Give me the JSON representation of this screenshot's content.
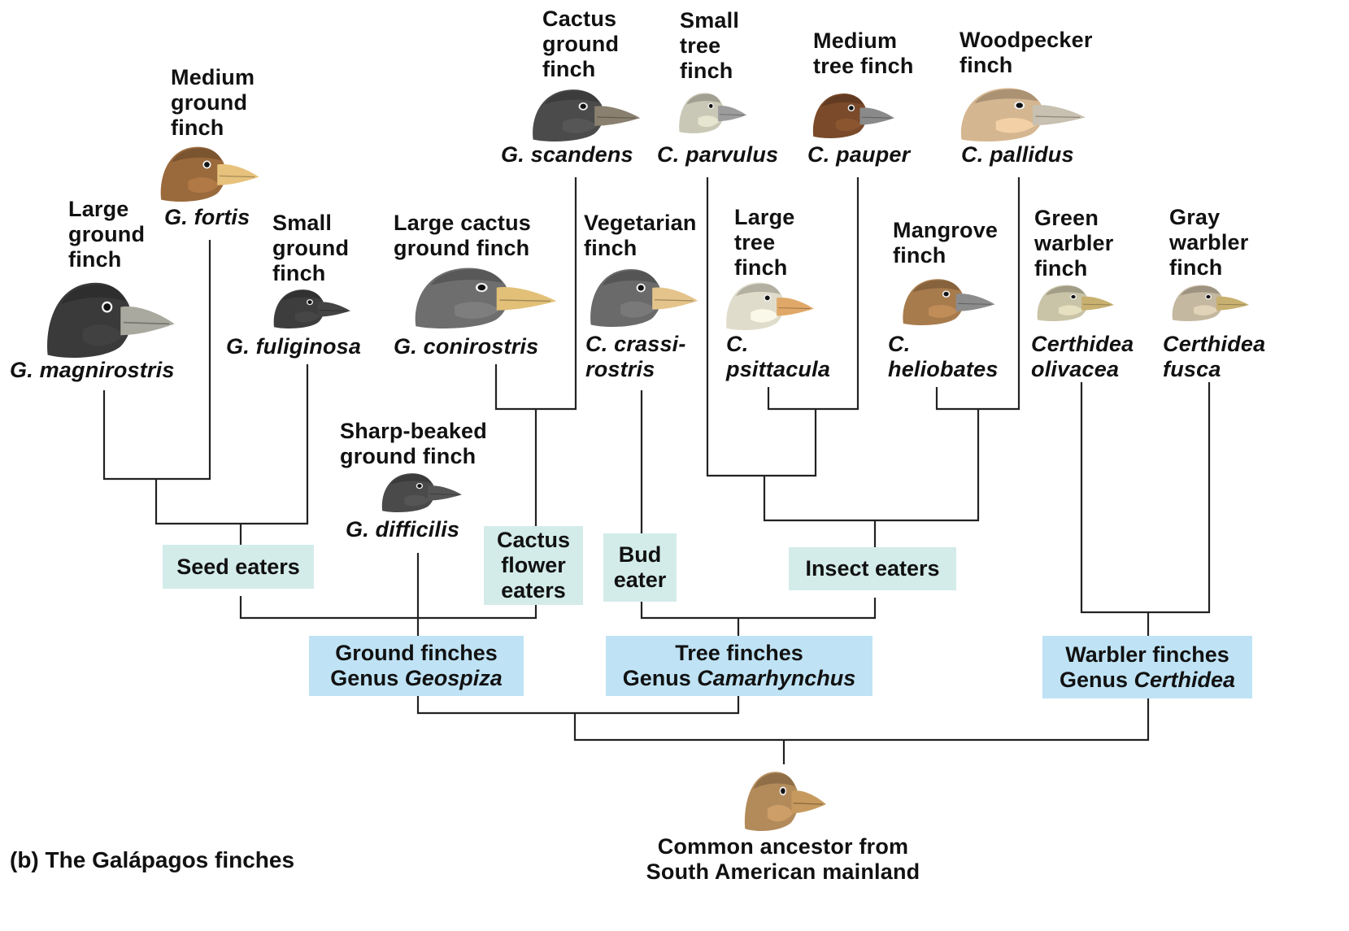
{
  "caption": "(b) The Galápagos finches",
  "ancestor": {
    "label": "Common ancestor from\nSouth American mainland",
    "icon": "finch-head-icon",
    "color": "#b38a5a"
  },
  "groups": {
    "seed": "Seed eaters",
    "cactus": "Cactus\nflower\neaters",
    "bud": "Bud\neater",
    "insect": "Insect eaters"
  },
  "genera": {
    "ground": {
      "line1": "Ground finches",
      "prefix": "Genus ",
      "name": "Geospiza"
    },
    "tree": {
      "line1": "Tree finches",
      "prefix": "Genus ",
      "name": "Camarhynchus"
    },
    "warbler": {
      "line1": "Warbler finches",
      "prefix": "Genus ",
      "name": "Certhidea"
    }
  },
  "species": {
    "magnirostris": {
      "common": "Large\nground\nfinch",
      "scientific": "G. magnirostris",
      "color": "#3a3a3a"
    },
    "fortis": {
      "common": "Medium\nground\nfinch",
      "scientific": "G. fortis",
      "color": "#9a6a3c"
    },
    "fuliginosa": {
      "common": "Small\nground\nfinch",
      "scientific": "G. fuliginosa",
      "color": "#3d3d3d"
    },
    "difficilis": {
      "common": "Sharp-beaked\nground finch",
      "scientific": "G. difficilis",
      "color": "#4a4a4a"
    },
    "conirostris": {
      "common": "Large cactus\nground finch",
      "scientific": "G. conirostris",
      "color": "#6e6e6e"
    },
    "scandens": {
      "common": "Cactus\nground\nfinch",
      "scientific": "G. scandens",
      "color": "#4b4b4b"
    },
    "crassirostris": {
      "common": "Vegetarian\nfinch",
      "scientific": "C. crassi-\nrostris",
      "color": "#6a6a6a"
    },
    "parvulus": {
      "common": "Small\ntree\nfinch",
      "scientific": "C. parvulus",
      "color": "#c9c8b6"
    },
    "psittacula": {
      "common": "Large\ntree\nfinch",
      "scientific": "C.\npsittacula",
      "color": "#e0dccb"
    },
    "pauper": {
      "common": "Medium\ntree finch",
      "scientific": "C. pauper",
      "color": "#7a4a2a"
    },
    "heliobates": {
      "common": "Mangrove\nfinch",
      "scientific": "C.\nheliobates",
      "color": "#a87b4c"
    },
    "pallidus": {
      "common": "Woodpecker\nfinch",
      "scientific": "C. pallidus",
      "color": "#d4b690"
    },
    "olivacea": {
      "common": "Green\nwarbler\nfinch",
      "scientific": "Certhidea\nolivacea",
      "color": "#c9c4a8"
    },
    "fusca": {
      "common": "Gray\nwarbler\nfinch",
      "scientific": "Certhidea\nfusca",
      "color": "#c4b8a0"
    }
  }
}
